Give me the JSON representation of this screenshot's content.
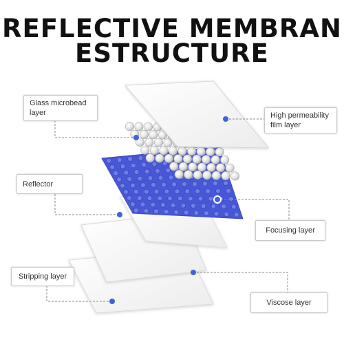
{
  "title": {
    "line1": "REFLECTIVE MEMBRAN",
    "line2": "ESTRUCTURE"
  },
  "labels": {
    "glass_microbead": "Glass microbead layer",
    "high_permeability": "High permeability film layer",
    "reflector": "Reflector",
    "focusing": "Focusing layer",
    "stripping": "Stripping layer",
    "viscose": "Viscose layer"
  },
  "colors": {
    "reflector_blue": "#4757d6",
    "marker_blue": "#3f63d8",
    "leader_line": "#8a8a8a",
    "film_white": "#f7f7f7"
  }
}
